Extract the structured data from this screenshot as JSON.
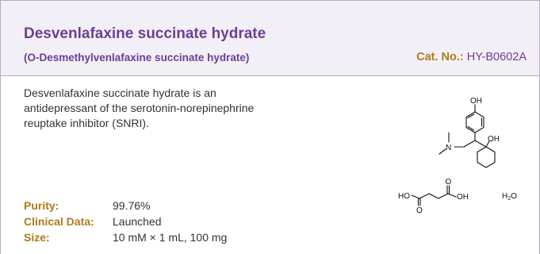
{
  "product": {
    "name": "Desvenlafaxine succinate hydrate",
    "synonym": "(O-Desmethylvenlafaxine succinate hydrate)",
    "cat_label": "Cat. No.:",
    "cat_value": "HY-B0602A"
  },
  "description": "Desvenlafaxine succinate hydrate is an antidepressant of the serotonin-norepinephrine reuptake inhibitor (SNRI).",
  "specs": [
    {
      "label": "Purity:",
      "value": "99.76%"
    },
    {
      "label": "Clinical Data:",
      "value": "Launched"
    },
    {
      "label": "Size:",
      "value": "10 mM × 1 mL, 100 mg"
    }
  ],
  "structure_labels": {
    "oh_top": "OH",
    "oh_ring": "OH",
    "n": "N",
    "o_top": "O",
    "ho": "HO",
    "o_bottom": "O",
    "oh_acid": "OH",
    "water_h": "H",
    "water_sub": "2",
    "water_o": "O"
  },
  "colors": {
    "purple": "#6b3f94",
    "gold": "#b07a1a",
    "header_bg": "#f3eff6",
    "border": "#b9a9cc"
  }
}
